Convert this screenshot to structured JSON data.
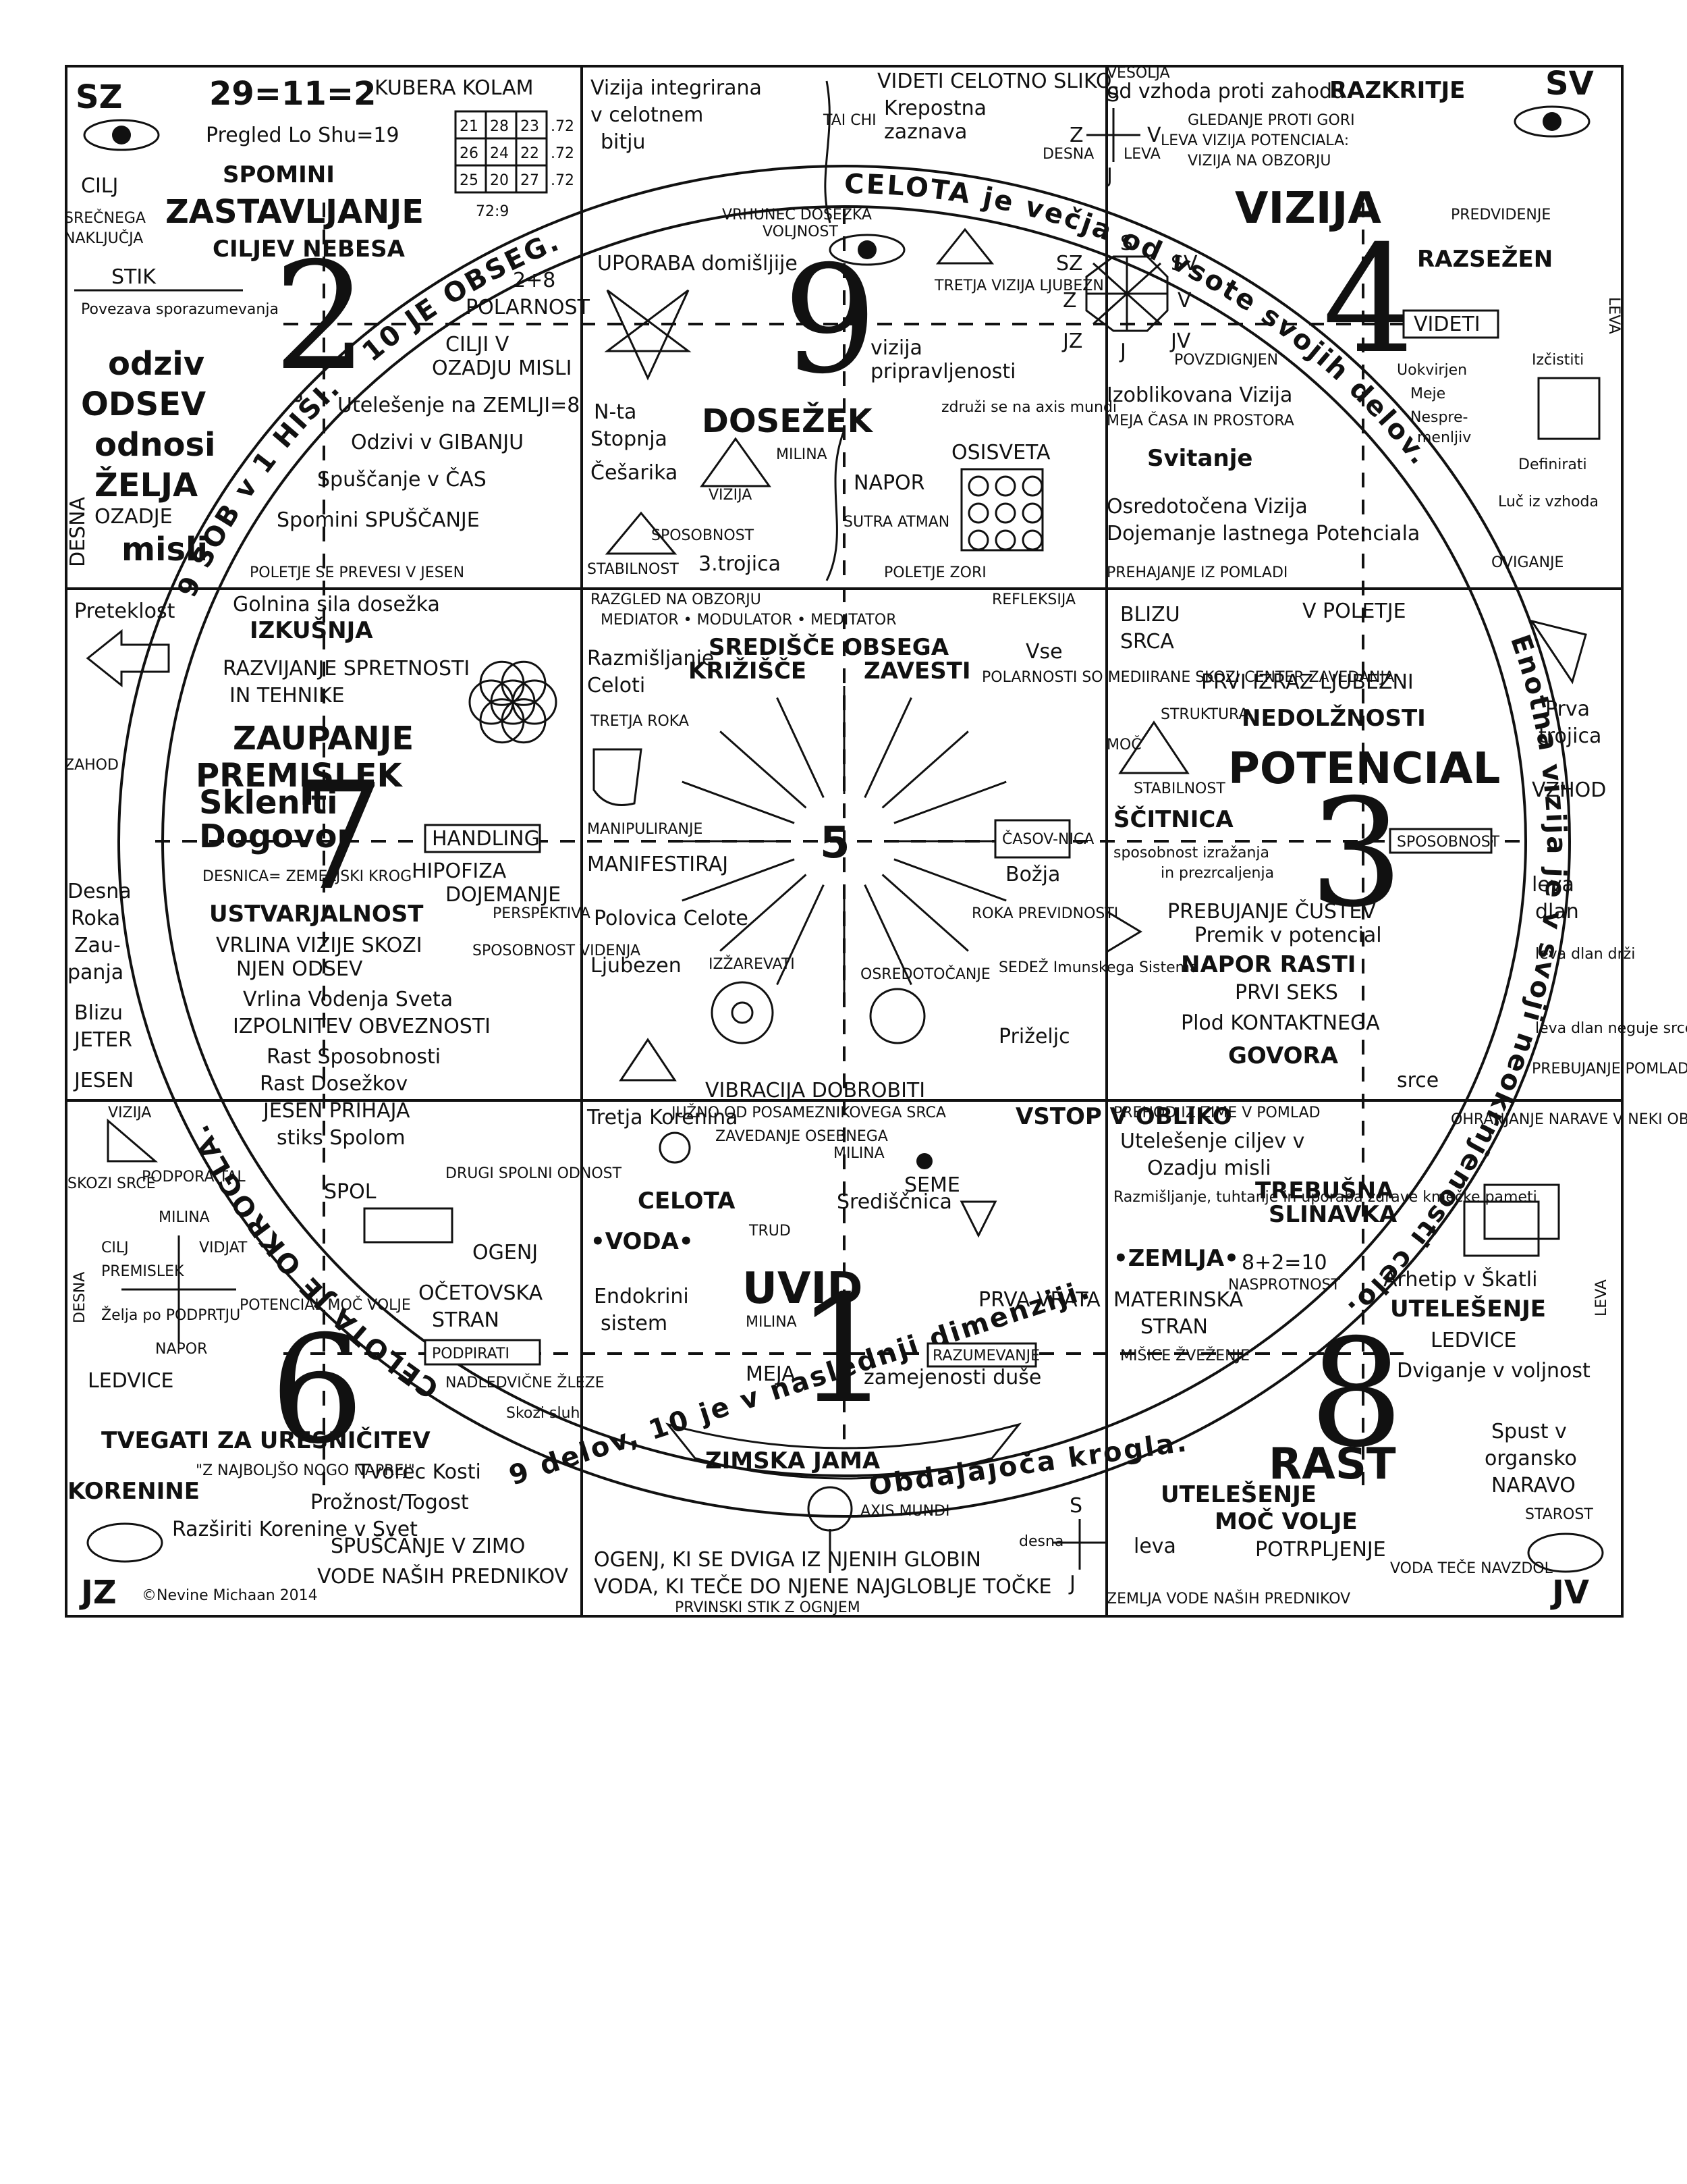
{
  "corners": {
    "nw": "SZ",
    "ne": "SV",
    "sw": "JZ",
    "se": "JV"
  },
  "copyright": "©Nevine Michaan 2014",
  "ring": {
    "top": "10 JE OBSEG.",
    "top_right": "CELOTA je večja od vsote svojih delov.",
    "right": "Enotna vizija je v svoji neokrnjenosti celo.",
    "bottom": "9 delov, 10 je v naslednji dimenziji.",
    "bottom_center": "Obdajajoča krogla.",
    "left": "CELOTA JE OKROGLA.",
    "top_left": "9 SOB v 1 HIŠI."
  },
  "nw": {
    "equation": "29=11=2",
    "kubera": "KUBERA KOLAM",
    "loshu": "Pregled Lo Shu=19",
    "grid": [
      [
        "21",
        "28",
        "23"
      ],
      [
        "26",
        "24",
        "22"
      ],
      [
        "25",
        "20",
        "27"
      ]
    ],
    "grid_side": [
      ".72",
      ".72",
      ".72"
    ],
    "grid_bottom": "72:9",
    "spomini": "SPOMINI",
    "cilj1": "CILJ",
    "cilj2": "SREČNEGA",
    "cilj3": "NAKLJUČJA",
    "zastav": "ZASTAVLJANJE",
    "ciljev": "CILJEV NEBESA",
    "stik": "STIK",
    "povez": "Povezava sporazumevanja",
    "num": "2",
    "plus": "2+8",
    "polar": "POLARNOST",
    "cilji1": "CILJI V",
    "cilji2": "OZADJU MISLI",
    "odziv": "odziv",
    "odsev": "ODSEV",
    "odnosi": "odnosi",
    "zelja": "ŽELJA",
    "ozadje": "OZADJE",
    "misli": "misli",
    "uteles": "Utelešenje na ZEMLJI=8",
    "odzivi": "Odzivi v GIBANJU",
    "spusc": "Spuščanje v ČAS",
    "spominsp": "Spomini SPUŠČANJE",
    "poletje": "POLETJE SE PREVESI V JESEN",
    "desna": "DESNA"
  },
  "n": {
    "viz1": "Vizija integrirana",
    "viz2": "v celotnem",
    "viz3": "bitju",
    "taichi": "TAI CHI",
    "videti": "VIDETI CELOTNO SLIKO",
    "krep": "Krepostna",
    "zaz": "zaznava",
    "vrhunec": "VRHUNEC DOSEŽKA",
    "voljnost": "VOLJNOST",
    "uporaba": "UPORABA domišljije",
    "tretja": "TRETJA VIZIJA LJUBEZNI",
    "num": "9",
    "vizija1": "vizija",
    "vizija2": "pripravljenosti",
    "nta": "N-ta",
    "stopnja": "Stopnja",
    "dosezek": "DOSEŽEK",
    "cesarika": "Češarika",
    "milina": "MILINA",
    "vizija": "VIZIJA",
    "napor": "NAPOR",
    "sposob": "SPOSOBNOST",
    "stabil": "STABILNOST",
    "trojica": "3.trojica",
    "sutra": "SUTRA ATMAN",
    "zdruzi": "združi se na axis mundi",
    "osi": "OSISVETA",
    "polzori": "POLETJE ZORI"
  },
  "ne": {
    "vesolja": "VESOLJA",
    "od": "od vzhoda proti zahodu",
    "razkr": "RAZKRITJE",
    "gled": "GLEDANJE PROTI GORI",
    "leva": "LEVA VIZIJA POTENCIALA:",
    "na": "VIZIJA NA OBZORJU",
    "vizija": "VIZIJA",
    "predv": "PREDVIDENJE",
    "razsezen": "RAZSEŽEN",
    "num": "4",
    "videti": "VIDETI",
    "levaside": "LEVA",
    "pov": "POVZDIGNJEN",
    "uok": "Uokvirjen",
    "meje": "Meje",
    "nespre": "Nespre-",
    "menljiv": "menljiv",
    "izc": "Izčistiti",
    "def": "Definirati",
    "izob": "Izoblikovana Vizija",
    "meja": "MEJA ČASA IN PROSTORA",
    "svit": "Svitanje",
    "osre": "Osredotočena Vizija",
    "doje": "Dojemanje lastnega Potenciala",
    "lvz": "Luč iz vzhoda",
    "preh": "PREHAJANJE IZ POMLADI",
    "ovig": "OVIGANJE"
  },
  "w": {
    "prek": "Preteklost",
    "zahod": "ZAHOD",
    "desna": "Desna",
    "roka": "Roka",
    "zau": "Zau-",
    "panja": "panja",
    "blizu": "Blizu",
    "jetr": "JETER",
    "jesen": "JESEN",
    "golnina": "Golnina sila dosežka",
    "izk": "IZKUŠNJA",
    "razv": "RAZVIJANJE SPRETNOSTI",
    "teh": "IN TEHNIKE",
    "zaupanje": "ZAUPANJE",
    "premislek": "PREMISLEK",
    "sklen": "Skleniti",
    "dog": "Dogovor",
    "num": "7",
    "handling": "HANDLING",
    "desnica": "DESNICA= ZEMELJSKI KROG",
    "hipo": "HIPOFIZA",
    "doj": "DOJEMANJE",
    "ustv": "USTVARJALNOST",
    "persp": "PERSPEKTIVA",
    "vrlina1": "VRLINA VIZIJE SKOZI",
    "vrlina2": "NJEN ODSEV",
    "sposv": "SPOSOBNOST VIDENJA",
    "vods": "Vrlina Vodenja Sveta",
    "izpol": "IZPOLNITEV OBVEZNOSTI",
    "rast1": "Rast Sposobnosti",
    "rast2": "Rast Dosežkov"
  },
  "c": {
    "razgled": "RAZGLED NA OBZORJU",
    "refl": "REFLEKSIJA",
    "mediator": "MEDIATOR • MODULATOR • MEDITATOR",
    "sred": "SREDIŠČE OBSEGA",
    "kriz": "KRIŽIŠČE",
    "zav": "ZAVESTI",
    "razm": "Razmišljanje",
    "celoti": "Celoti",
    "vse": "Vse",
    "polar": "POLARNOSTI SO MEDIIRANE SKOZI CENTER ZAVEDANJA",
    "tretja": "TRETJA ROKA",
    "num": "5",
    "manip": "MANIPULIRANJE",
    "manif": "MANIFESTIRAJ",
    "casov": "ČASOV-NICA",
    "bozja": "Božja",
    "rokap": "ROKA PREVIDNOSTI",
    "polov": "Polovica Celote",
    "ljub": "Ljubezen",
    "izzar": "IZŽAREVATI",
    "osred": "OSREDOTOČANJE",
    "sedez": "SEDEŽ Imunskega Sistema",
    "priz": "Priželjc",
    "vibr": "VIBRACIJA DOBROBITI"
  },
  "e": {
    "blizu": "BLIZU",
    "srca": "SRCA",
    "vpol": "V POLETJE",
    "prvi": "PRVI IZRAZ LJUBEZNI",
    "nedol": "NEDOLŽNOSTI",
    "pot": "POTENCIAL",
    "moc": "MOČ",
    "strukt": "STRUKTURA",
    "stab": "STABILNOST",
    "scit": "ŠČITNICA",
    "sposob": "sposobnost izražanja",
    "prez": "in prezrcaljenja",
    "num": "3",
    "sposobbox": "SPOSOBNOST",
    "preb": "PREBUJANJE ČUSTEV",
    "premik": "Premik v potencial",
    "napor": "NAPOR RASTI",
    "seks": "PRVI SEKS",
    "plod": "Plod KONTAKTNEGA",
    "govora": "GOVORA",
    "srce": "srce",
    "vzhod": "VZHOD",
    "leva": "leva",
    "dlan": "dlan",
    "levadr": "leva dlan drži",
    "neguje": "leva dlan neguje srce",
    "preb2": "PREBUJANJE POMLADI",
    "prva": "Prva",
    "troj": "trojica"
  },
  "sw": {
    "vizija": "VIZIJA",
    "skozi": "SKOZI SRCE",
    "podp": "PODPORA TAL",
    "jesen": "JESEN PRIHAJA",
    "stiks": "stiks Spolom",
    "spol": "SPOL",
    "drugi": "DRUGI SPOLNI ODNOST",
    "cilj": "CILJ",
    "premisl": "PREMISLEK",
    "milina": "MILINA",
    "vidjat": "VIDJAT",
    "zelja": "Želja po PODPRTJU",
    "pot": "POTENCIAL MOČ VOLJE",
    "napor": "NAPOR",
    "ogenj": "OGENJ",
    "oce": "OČETOVSKA",
    "stran": "STRAN",
    "podpirati": "PODPIRATI",
    "nadl": "NADLEDVIČNE ŽLEZE",
    "ledv": "LEDVICE",
    "num": "6",
    "desna": "DESNA",
    "tveg": "TVEGATI ZA URESNIČITEV",
    "koren": "KORENINE",
    "naj": "\"Z NAJBOLJŠO NOGO NAPREJ\"",
    "tvorec": "Tvorec Kosti",
    "proz": "Prožnost/Togost",
    "razs": "Razširiti Korenine v Svet",
    "spusc": "SPUŠČANJE V ZIMO",
    "vode": "VODE NAŠIH PREDNIKOV",
    "sluh": "Skozi sluh"
  },
  "s": {
    "tretja": "Tretja Korenina",
    "juz": "JUŽNO OD POSAMEZNIKOVEGA SRCA",
    "zav": "ZAVEDANJE OSEBNEGA",
    "milina": "MILINA",
    "seme": "SEME",
    "celota": "CELOTA",
    "sred": "Središčnica",
    "voda": "•VODA•",
    "trud": "TRUD",
    "endok": "Endokrini",
    "sistem": "sistem",
    "uvid": "UVID",
    "num": "1",
    "meja": "MEJA",
    "zamej": "zamejenosti duše",
    "razum": "RAZUMEVANJE",
    "vstop": "VSTOP V OBLIKO",
    "prva": "PRVA VRATA",
    "zimska": "ZIMSKA JAMA",
    "axis": "AXIS MUNDI",
    "ogenj": "OGENJ, KI SE DVIGA IZ NJENIH GLOBIN",
    "voda2": "VODA, KI TEČE DO NJENE NAJGLOBLJE TOČKE",
    "prv": "PRVINSKI STIK Z OGNJEM"
  },
  "se": {
    "preh": "PREHOD IZ ZIME V POMLAD",
    "utel": "Utelešenje ciljev v",
    "ozadju": "Ozadju misli",
    "razm": "Razmišljanje, tuhtanje in uporaba zdrave kmečke pameti",
    "treb": "TREBUŠNA",
    "slin": "SLINAVKA",
    "zemlja": "•ZEMLJA•",
    "eq": "8+2=10",
    "naspr": "NASPROTNOST",
    "mat": "MATERINSKA",
    "stran": "STRAN",
    "ohr": "OHRANJANJE NARAVE V NEKI OBLIKI",
    "arh": "Arhetip v Škatli",
    "utel2": "UTELEŠENJE",
    "ledv": "LEDVICE",
    "misice": "MIŠICE ŽVEŽENJE",
    "num": "8",
    "dvig": "Dviganje v voljnost",
    "spust": "Spust v",
    "org": "organsko",
    "narav": "NARAVO",
    "star": "STAROST",
    "rast": "RAST",
    "utel3": "UTELEŠENJE",
    "moc": "MOČ VOLJE",
    "potrp": "POTRPLJENJE",
    "vodat": "VODA TEČE NAVZDOL",
    "zem": "ZEMLJA VODE NAŠIH PREDNIKOV",
    "leva": "LEVA",
    "desna": "desna",
    "levab": "leva"
  },
  "compass": {
    "s": "S",
    "j": "J",
    "z": "Z",
    "v": "V",
    "sz": "SZ",
    "sv": "SV",
    "jz": "JZ",
    "jv": "JV",
    "desna": "DESNA",
    "leva": "LEVA"
  }
}
